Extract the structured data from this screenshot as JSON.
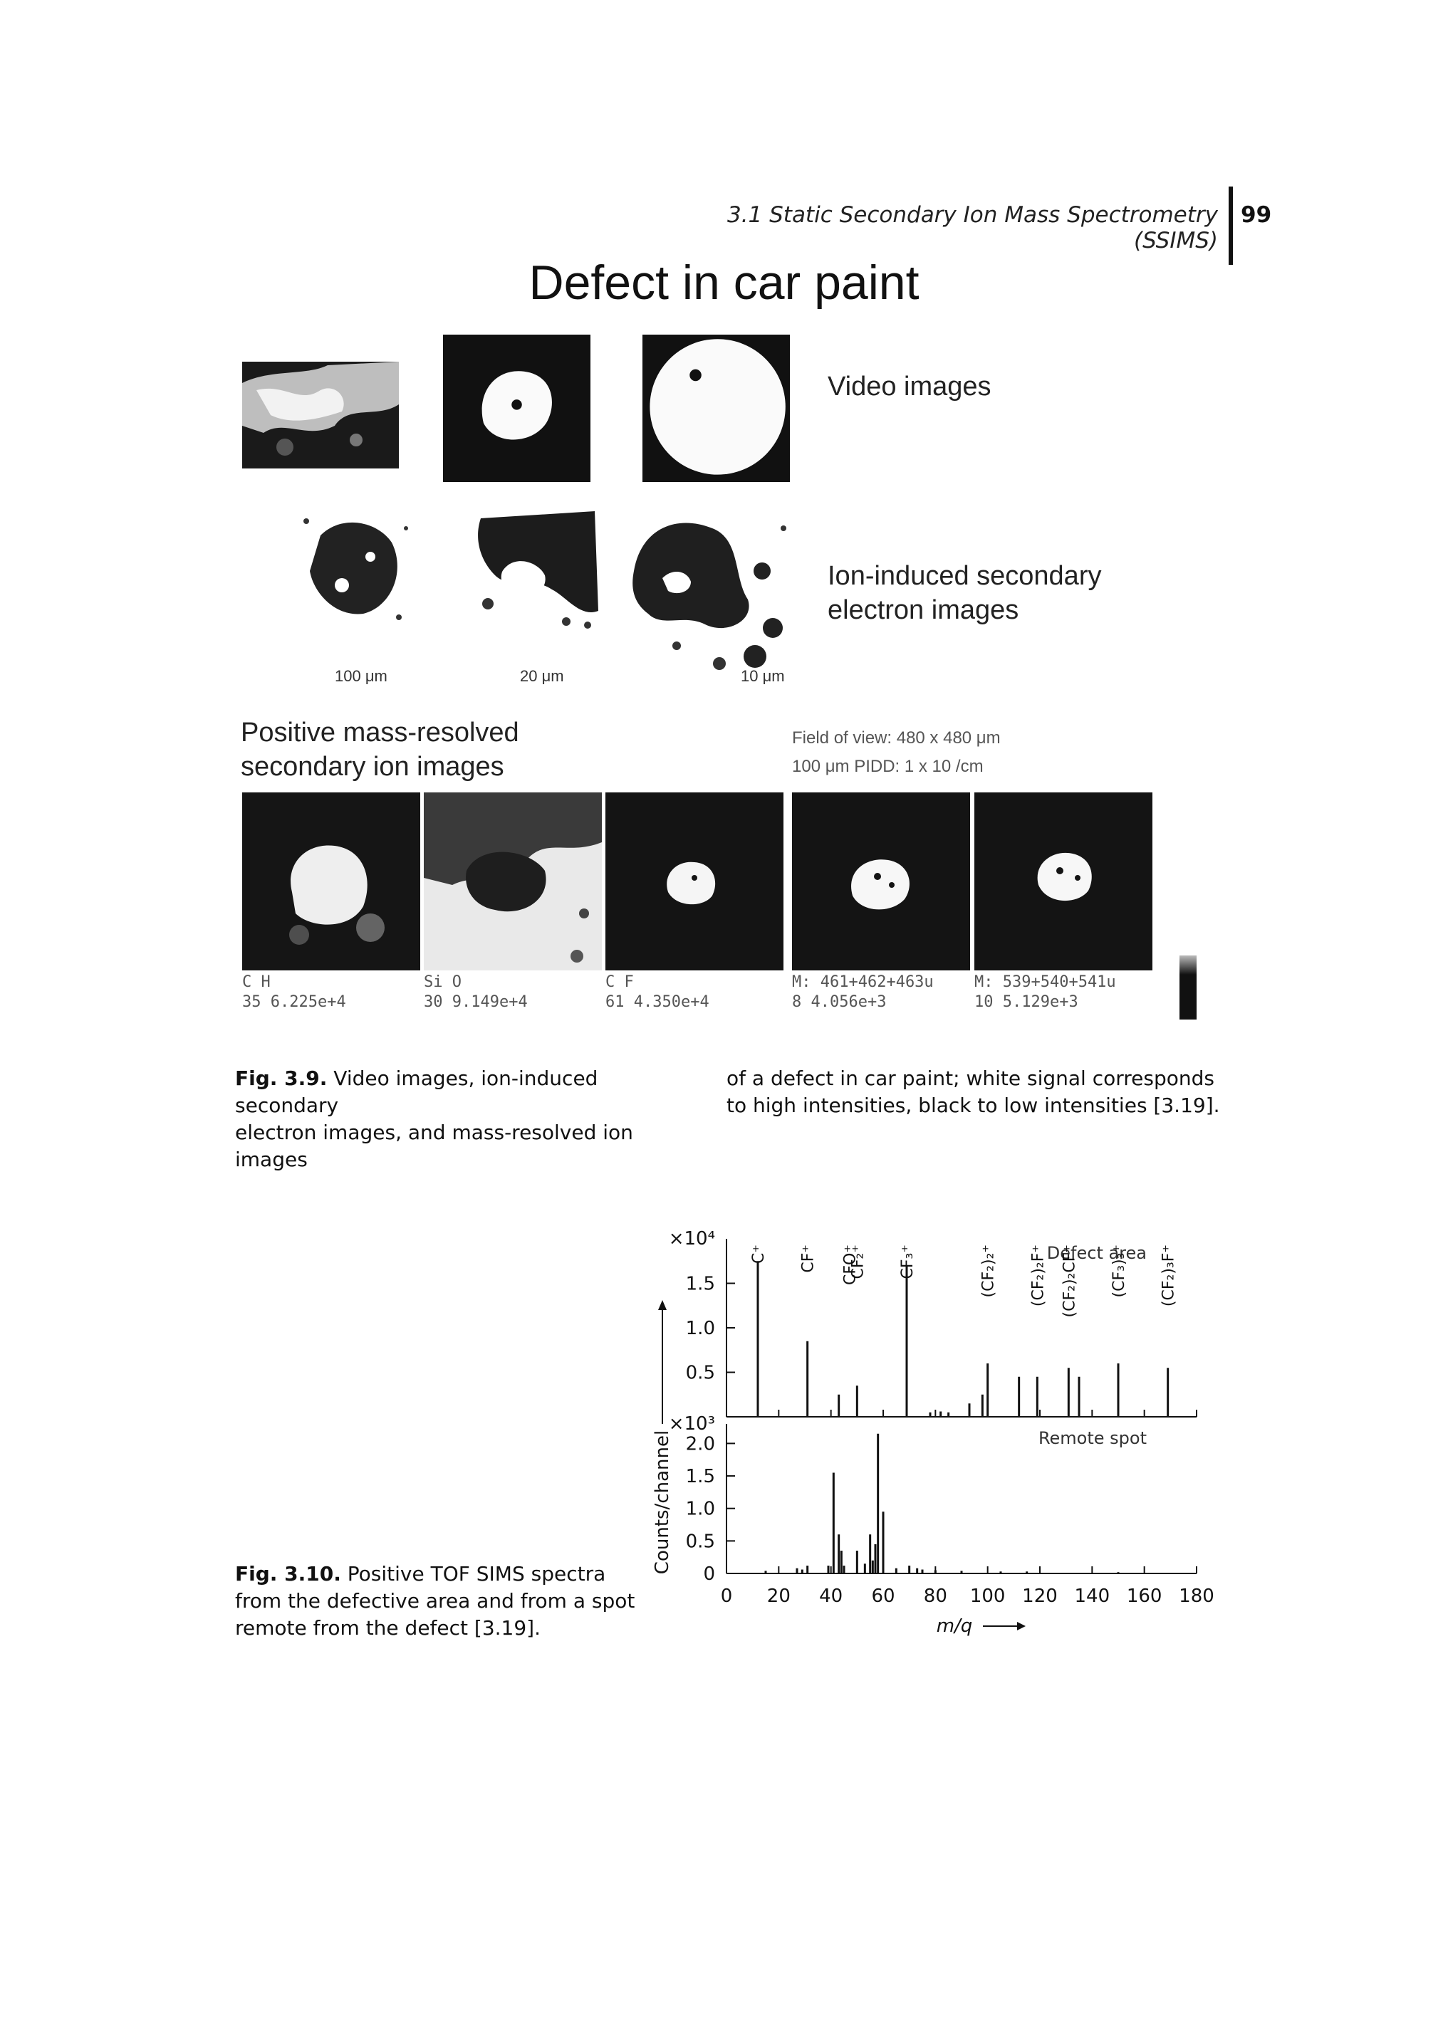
{
  "header": {
    "running_title": "3.1 Static Secondary Ion Mass Spectrometry (SSIMS)",
    "page_number": "99"
  },
  "figure_3_9": {
    "title": "Defect in car paint",
    "row1_label": "Video images",
    "row2_label_line1": "Ion-induced secondary",
    "row2_label_line2": "electron images",
    "scale_labels": [
      "100 μm",
      "20 μm",
      "10 μm"
    ],
    "row3_label_line1": "Positive mass-resolved",
    "row3_label_line2": "secondary ion images",
    "field_note_line1": "Field of view: 480 x 480 μm",
    "field_note_line2": "100 μm   PIDD: 1 x 10   /cm",
    "ion_image_captions": [
      {
        "line1": "C H",
        "line2": "35   6.225e+4"
      },
      {
        "line1": "Si O",
        "line2": "30   9.149e+4"
      },
      {
        "line1": "C F",
        "line2": "61   4.350e+4"
      },
      {
        "line1": "M: 461+462+463u",
        "line2": "8   4.056e+3"
      },
      {
        "line1": "M: 539+540+541u",
        "line2": "10  5.129e+3"
      }
    ],
    "caption_label": "Fig. 3.9.",
    "caption_left_line1": "Video images, ion-induced secondary",
    "caption_left_line2": "electron images, and mass-resolved ion images",
    "caption_right_line1": "of a defect in car paint; white signal corresponds",
    "caption_right_line2": "to high intensities, black to low intensities [3.19]."
  },
  "figure_3_10": {
    "caption_label": "Fig. 3.10.",
    "caption_line1": "Positive TOF SIMS spectra",
    "caption_line2": "from the defective area and from a spot",
    "caption_line3": "remote from the defect [3.19]."
  },
  "chart_data": {
    "type": "bar",
    "xlabel": "m/q",
    "ylabel": "Counts/channel",
    "xlim": [
      0,
      180
    ],
    "x_ticks": [
      0,
      20,
      40,
      60,
      80,
      100,
      120,
      140,
      160,
      180
    ],
    "panels": [
      {
        "name": "Defect area",
        "multiplier": "×10⁴",
        "ylim": [
          0,
          2.0
        ],
        "y_ticks": [
          "0.5",
          "1.0",
          "1.5"
        ],
        "x": [
          12,
          31,
          43,
          50,
          69,
          78,
          82,
          85,
          93,
          98,
          100,
          112,
          119,
          131,
          135,
          150,
          169
        ],
        "values": [
          1.75,
          0.85,
          0.25,
          0.35,
          1.7,
          0.05,
          0.06,
          0.05,
          0.15,
          0.25,
          0.6,
          0.45,
          0.45,
          0.55,
          0.45,
          0.6,
          0.55
        ],
        "peak_labels": [
          {
            "text": "C⁺",
            "x": 12
          },
          {
            "text": "CF⁺",
            "x": 31
          },
          {
            "text": "CFO⁺",
            "x": 47
          },
          {
            "text": "CF₂⁺",
            "x": 50
          },
          {
            "text": "CF₃⁺",
            "x": 69
          },
          {
            "text": "(CF₂)₂⁺",
            "x": 100
          },
          {
            "text": "(CF₂)₂F⁺",
            "x": 119
          },
          {
            "text": "(CF₂)₂CF⁺",
            "x": 131
          },
          {
            "text": "(CF₃)₃⁺",
            "x": 150
          },
          {
            "text": "(CF₂)₃F⁺",
            "x": 169
          }
        ]
      },
      {
        "name": "Remote spot",
        "multiplier": "×10³",
        "ylim": [
          0,
          2.3
        ],
        "y_ticks": [
          "0",
          "0.5",
          "1.0",
          "1.5",
          "2.0"
        ],
        "x": [
          15,
          27,
          29,
          31,
          39,
          41,
          43,
          44,
          45,
          50,
          53,
          55,
          56,
          57,
          58,
          60,
          65,
          70,
          73,
          75,
          80,
          90,
          105,
          115,
          150
        ],
        "values": [
          0.04,
          0.08,
          0.06,
          0.12,
          0.12,
          1.55,
          0.6,
          0.35,
          0.12,
          0.35,
          0.15,
          0.6,
          0.2,
          0.45,
          2.15,
          0.95,
          0.08,
          0.12,
          0.08,
          0.06,
          0.05,
          0.04,
          0.03,
          0.03,
          0.02
        ]
      }
    ]
  }
}
